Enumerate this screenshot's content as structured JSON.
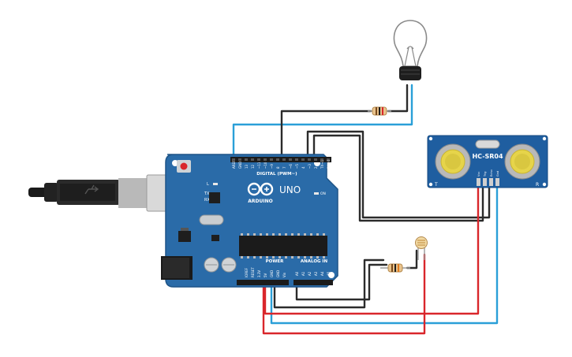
{
  "board": {
    "logo_text": "ARDUINO",
    "model": "UNO",
    "digital_header": "DIGITAL (PWM~)",
    "power_header": "POWER",
    "analog_header": "ANALOG IN",
    "on_led": "ON",
    "led_l": "L",
    "led_tx": "TX",
    "led_rx": "RX",
    "digital_pins": [
      "AREF",
      "GND",
      "13",
      "12",
      "~11",
      "~10",
      "~9",
      "8",
      "7",
      "~6",
      "~5",
      "4",
      "~3",
      "2",
      "TX→1",
      "RX←0"
    ],
    "power_pins": [
      "IOREF",
      "RESET",
      "3.3V",
      "5V",
      "GND",
      "GND",
      "Vin"
    ],
    "analog_pins": [
      "A0",
      "A1",
      "A2",
      "A3",
      "A4",
      "A5"
    ]
  },
  "sensor": {
    "name": "HC-SR04",
    "pins": [
      "Vcc",
      "Trig",
      "Echo",
      "Gnd"
    ],
    "label_t": "T",
    "label_r": "R"
  },
  "colors": {
    "board": "#2a6ba8",
    "wire_black": "#2b2b2b",
    "wire_red": "#d9262b",
    "wire_blue": "#2a9fd8",
    "sensor": "#1f5ea0",
    "transducer": "#e6d44a"
  }
}
